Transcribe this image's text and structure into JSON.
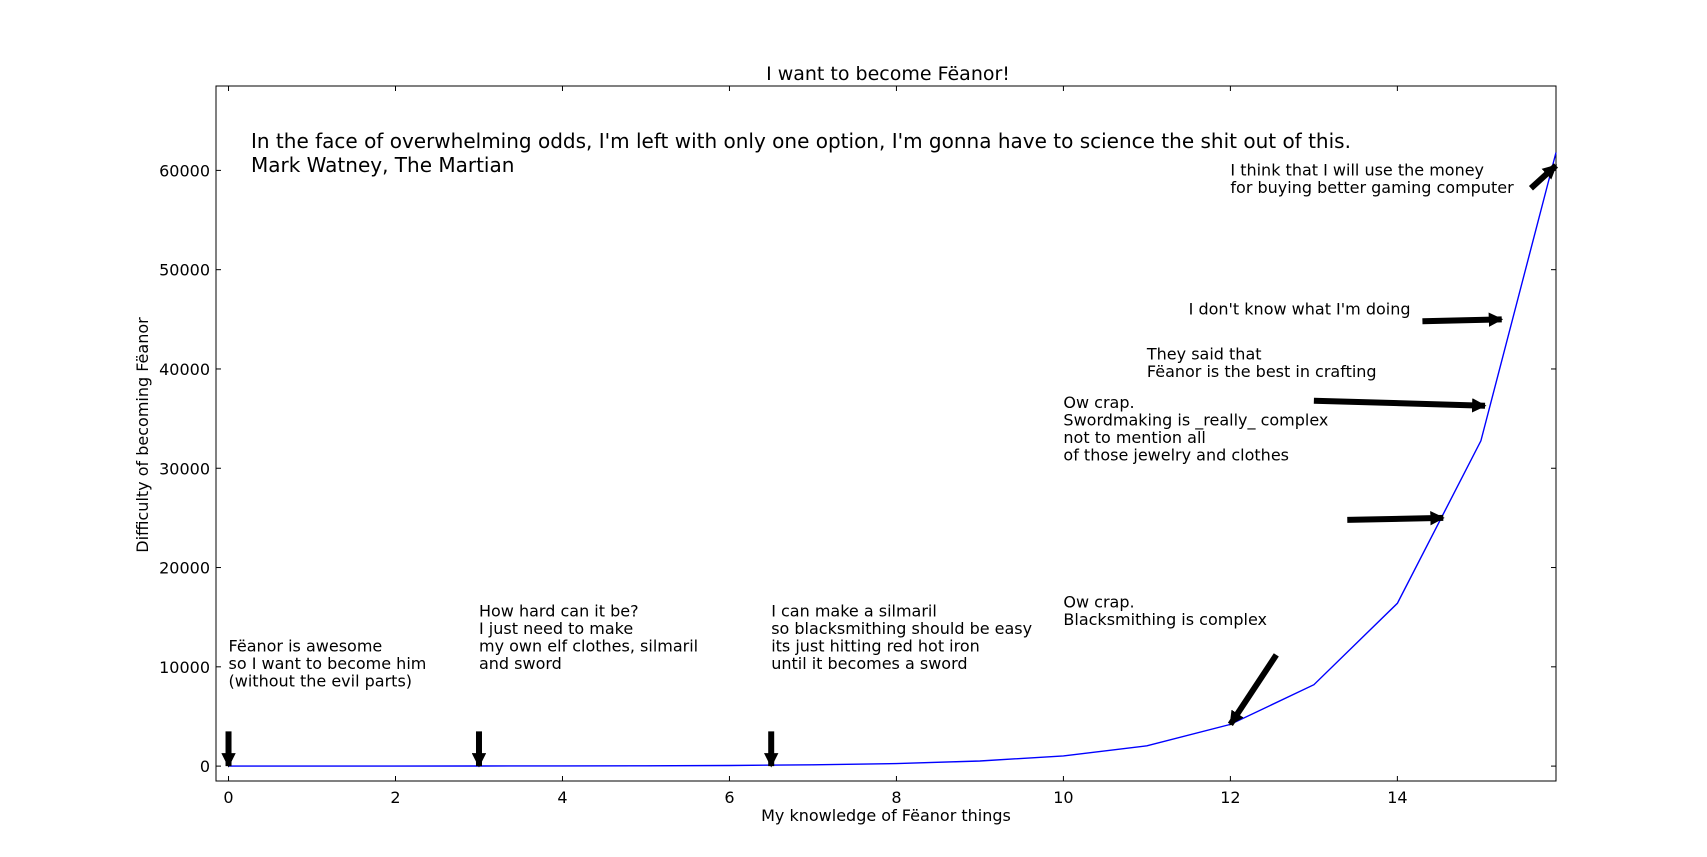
{
  "chart_data": {
    "type": "line",
    "title": "I want to become Fëanor!",
    "xlabel": "My knowledge of Fëanor things",
    "ylabel": "Difficulty of becoming Fëanor",
    "xlim": [
      -0.15,
      15.9
    ],
    "ylim": [
      -1500,
      68500
    ],
    "grid": false,
    "x_ticks": [
      0,
      2,
      4,
      6,
      8,
      10,
      12,
      14
    ],
    "x_tick_labels": [
      "0",
      "2",
      "4",
      "6",
      "8",
      "10",
      "12",
      "14"
    ],
    "y_ticks": [
      0,
      10000,
      20000,
      30000,
      40000,
      50000,
      60000
    ],
    "y_tick_labels": [
      "0",
      "10000",
      "20000",
      "30000",
      "40000",
      "50000",
      "60000"
    ],
    "series_color": "#0000ff",
    "series": [
      {
        "x": [
          0,
          1,
          2,
          3,
          4,
          5,
          6,
          7,
          8,
          9,
          10,
          11,
          12,
          13,
          14,
          15,
          15.9
        ],
        "values": [
          1,
          2,
          4,
          8,
          16,
          32,
          64,
          128,
          256,
          512,
          1024,
          2048,
          4200,
          8200,
          16400,
          32768,
          61800
        ]
      }
    ],
    "quote": {
      "lines": [
        "In the face of overwhelming odds, I'm left with only one option, I'm gonna have to science the shit out of this.",
        "Mark Watney, The Martian"
      ]
    },
    "annotations": [
      {
        "lines": [
          "Fëanor is awesome",
          "so I want to become him",
          "(without the evil parts)"
        ],
        "text_xy": [
          0,
          8000
        ],
        "arrow_from": [
          0,
          3500
        ],
        "arrow_to": [
          0,
          0
        ]
      },
      {
        "lines": [
          "How hard can it be?",
          "I just need to make",
          "my own elf clothes, silmaril",
          "and sword"
        ],
        "text_xy": [
          3,
          9800
        ],
        "arrow_from": [
          3,
          3500
        ],
        "arrow_to": [
          3,
          0
        ]
      },
      {
        "lines": [
          "I can make a silmaril",
          "so blacksmithing should be easy",
          "its just hitting red hot iron",
          "until it becomes a sword"
        ],
        "text_xy": [
          6.5,
          9800
        ],
        "arrow_from": [
          6.5,
          3500
        ],
        "arrow_to": [
          6.5,
          0
        ]
      },
      {
        "lines": [
          "Ow crap.",
          "Blacksmithing is complex"
        ],
        "text_xy": [
          10,
          14200
        ],
        "arrow_from": [
          12.55,
          11200
        ],
        "arrow_to": [
          12.0,
          4200
        ]
      },
      {
        "lines": [
          "Ow crap.",
          "Swordmaking is _really_ complex",
          "not to mention all",
          "of those jewelry and clothes"
        ],
        "text_xy": [
          10,
          30800
        ],
        "arrow_from": [
          13.4,
          24800
        ],
        "arrow_to": [
          14.55,
          25000
        ]
      },
      {
        "lines": [
          "They said that",
          "Fëanor is the best in crafting"
        ],
        "text_xy": [
          11,
          39200
        ],
        "arrow_from": [
          13.0,
          36800
        ],
        "arrow_to": [
          15.05,
          36300
        ]
      },
      {
        "lines": [
          "I don't know what I'm doing"
        ],
        "text_xy": [
          11.5,
          45500
        ],
        "arrow_from": [
          14.3,
          44800
        ],
        "arrow_to": [
          15.25,
          45000
        ]
      },
      {
        "lines": [
          "I think that I will use the money",
          "for buying better gaming computer"
        ],
        "text_xy": [
          12,
          57700
        ],
        "arrow_from": [
          15.6,
          58200
        ],
        "arrow_to": [
          15.9,
          60500
        ]
      }
    ]
  }
}
